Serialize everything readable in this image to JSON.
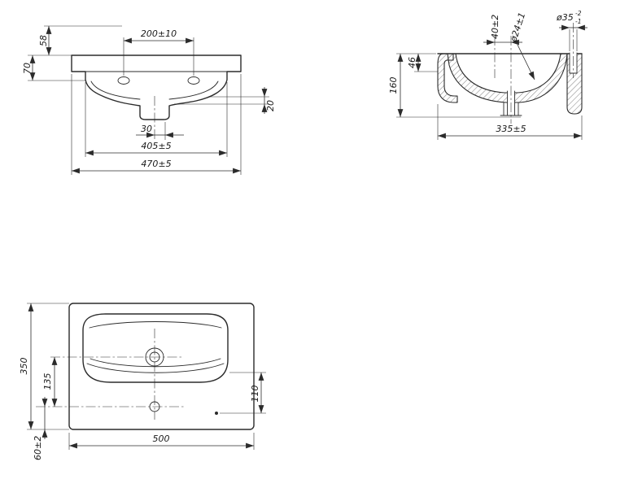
{
  "colors": {
    "background": "#ffffff",
    "line": "#2b2b2b"
  },
  "front_view": {
    "dims": {
      "d58": "58",
      "d70": "70",
      "d200": "200±10",
      "d30": "30",
      "d20": "20",
      "d405": "405±5",
      "d470": "470±5"
    }
  },
  "side_view": {
    "dims": {
      "d46": "46",
      "d160": "160",
      "d40": "40±2",
      "d24": "ø24±1",
      "d35": "ø35",
      "d35_upper": "-2",
      "d35_lower": "-1",
      "d335": "335±5"
    }
  },
  "top_view": {
    "dims": {
      "d350": "350",
      "d135": "135",
      "d110": "110",
      "d500": "500",
      "d60": "60±2"
    }
  }
}
